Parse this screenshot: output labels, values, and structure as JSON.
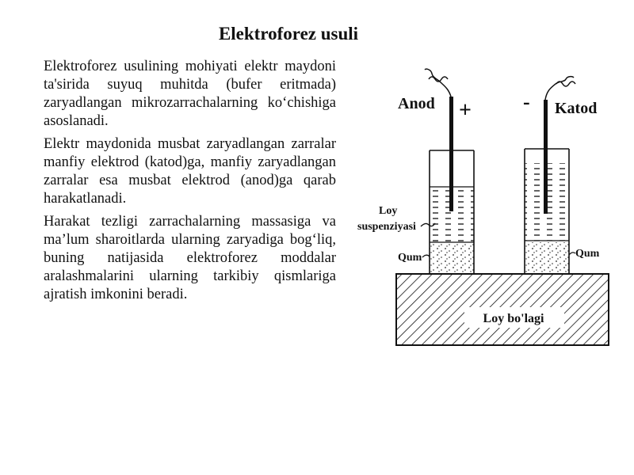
{
  "slide": {
    "title": "Elektroforez usuli",
    "paragraphs": [
      "Elektroforez usulining mohiyati elektr maydoni ta'sirida suyuq muhitda (bufer eritmada) zaryadlangan mikrozarrachalarning ko‘chishiga asoslanadi.",
      "Elektr maydonida musbat zaryadlangan zarralar manfiy elektrod (katod)ga, manfiy zaryadlangan zarralar esa musbat elektrod (anod)ga qarab harakatlanadi.",
      "Harakat tezligi zarrachalarning massasiga va ma’lum sharoitlarda ularning zaryadiga bog‘liq, buning natijasida elektroforez moddalar aralashmalarini ularning tarkibiy qismlariga ajratish imkonini beradi."
    ]
  },
  "figure": {
    "anode_label": "Anod",
    "plus_sign": "+",
    "minus_sign": "-",
    "cathode_label": "Katod",
    "suspension_label_line1": "Loy",
    "suspension_label_line2": "suspenziyasi",
    "sand_label_left": "Qum",
    "sand_label_right": "Qum",
    "clay_block_label": "Loy bo'lagi"
  }
}
